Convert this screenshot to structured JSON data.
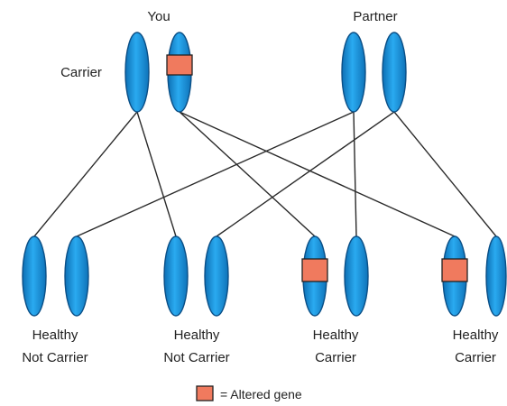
{
  "parents": {
    "you_label": "You",
    "partner_label": "Partner",
    "carrier_label": "Carrier"
  },
  "offspring": [
    {
      "line1": "Healthy",
      "line2": "Not Carrier"
    },
    {
      "line1": "Healthy",
      "line2": "Not Carrier"
    },
    {
      "line1": "Healthy",
      "line2": "Carrier"
    },
    {
      "line1": "Healthy",
      "line2": "Carrier"
    }
  ],
  "legend": {
    "label": "= Altered gene"
  },
  "colors": {
    "chromosome": "#1e9be0",
    "chromosome_outline": "#0b4f86",
    "altered_gene": "#f07a5e",
    "line": "#2a2a2a"
  }
}
